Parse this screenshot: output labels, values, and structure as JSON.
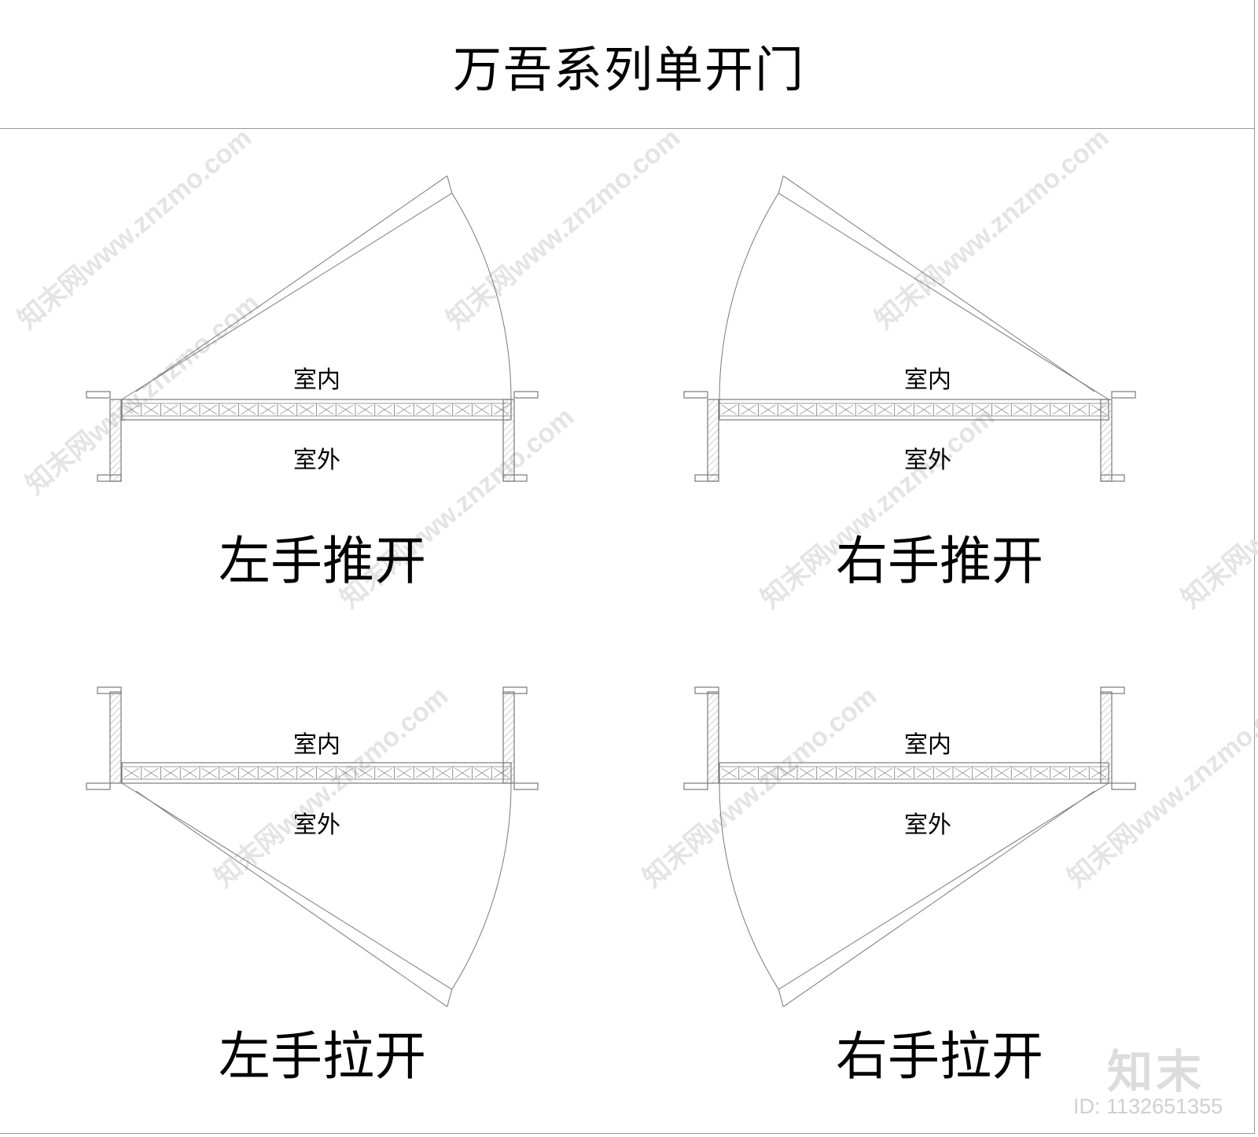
{
  "title": "万吾系列单开门",
  "labels": {
    "indoor": "室内",
    "outdoor": "室外"
  },
  "doors": [
    {
      "caption": "左手推开",
      "hinge": "left",
      "swing": "push"
    },
    {
      "caption": "右手推开",
      "hinge": "right",
      "swing": "push"
    },
    {
      "caption": "左手拉开",
      "hinge": "left",
      "swing": "pull"
    },
    {
      "caption": "右手拉开",
      "hinge": "right",
      "swing": "pull"
    }
  ],
  "watermark": {
    "text": "知末网www.znzmo.com",
    "logo": "知末",
    "image_id": "ID: 1132651355"
  },
  "colors": {
    "line": "#7a7a7a",
    "hatch": "#a0a0a0",
    "watermark": "#e4e4e4"
  }
}
